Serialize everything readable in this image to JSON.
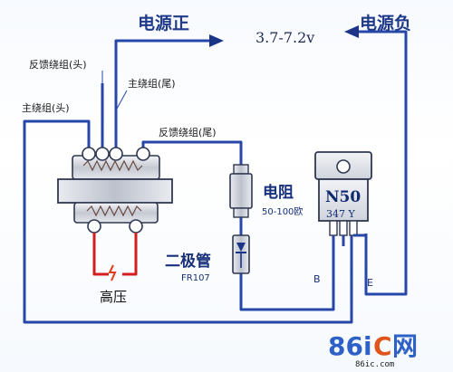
{
  "labels": {
    "power_positive": "电源正",
    "voltage": "3.7-7.2v",
    "power_negative": "电源负",
    "feedback_head": "反馈绕组(头)",
    "main_tail": "主绕组(尾)",
    "main_head": "主绕组(头)",
    "feedback_tail": "反馈绕组(尾)",
    "resistor": "电阻",
    "resistor_value": "50-100欧",
    "diode": "二极管",
    "diode_model": "FR107",
    "high_voltage": "高压",
    "transistor_model": "N50",
    "transistor_code": "347 Y",
    "pin_b": "B",
    "pin_e": "E"
  },
  "watermark": {
    "logo_left": "86i",
    "logo_mid": "C",
    "logo_right": "网",
    "site": "86ic.com"
  },
  "colors": {
    "wire": "#2747a8",
    "arrow": "#1c3488",
    "spark": "#e23b1a",
    "hv_wire": "#d21e1e",
    "coil": "#c0392b",
    "body_gray": "#c9cdd6"
  }
}
